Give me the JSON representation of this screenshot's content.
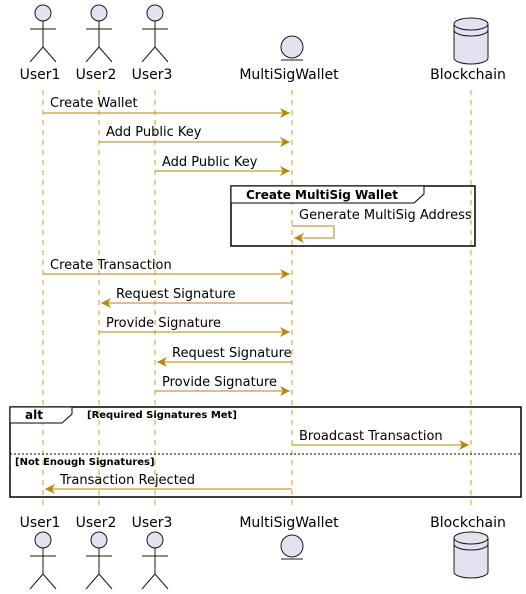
{
  "diagram_type": "sequence",
  "colors": {
    "arrow": "#b8860b",
    "lifeline": "#c8a032",
    "participant_fill": "#e2e2f0",
    "participant_stroke": "#181818",
    "frame_stroke": "#000000"
  },
  "participants": [
    {
      "id": "user1",
      "label": "User1",
      "shape": "actor"
    },
    {
      "id": "user2",
      "label": "User2",
      "shape": "actor"
    },
    {
      "id": "user3",
      "label": "User3",
      "shape": "actor"
    },
    {
      "id": "wallet",
      "label": "MultiSigWallet",
      "shape": "entity"
    },
    {
      "id": "chain",
      "label": "Blockchain",
      "shape": "database"
    }
  ],
  "messages": [
    {
      "from": "user1",
      "to": "wallet",
      "label": "Create Wallet"
    },
    {
      "from": "user2",
      "to": "wallet",
      "label": "Add Public Key"
    },
    {
      "from": "user3",
      "to": "wallet",
      "label": "Add Public Key"
    },
    {
      "from": "wallet",
      "to": "wallet",
      "label": "Generate MultiSig Address"
    },
    {
      "from": "user1",
      "to": "wallet",
      "label": "Create Transaction"
    },
    {
      "from": "wallet",
      "to": "user2",
      "label": "Request Signature"
    },
    {
      "from": "user2",
      "to": "wallet",
      "label": "Provide Signature"
    },
    {
      "from": "wallet",
      "to": "user3",
      "label": "Request Signature"
    },
    {
      "from": "user3",
      "to": "wallet",
      "label": "Provide Signature"
    },
    {
      "from": "wallet",
      "to": "chain",
      "label": "Broadcast Transaction"
    },
    {
      "from": "wallet",
      "to": "user1",
      "label": "Transaction Rejected"
    }
  ],
  "groups": [
    {
      "kind": "group",
      "label": "Create MultiSig Wallet"
    },
    {
      "kind": "alt",
      "label": "alt",
      "branches": [
        "[Required Signatures Met]",
        "[Not Enough Signatures]"
      ]
    }
  ]
}
